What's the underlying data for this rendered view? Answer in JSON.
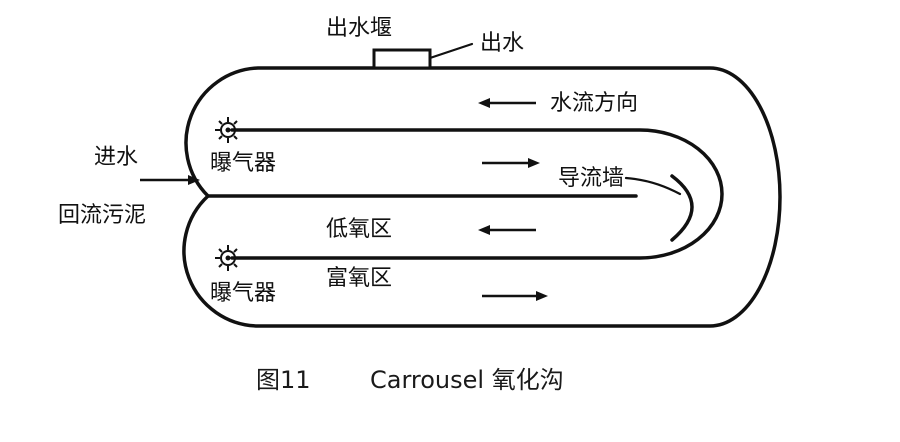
{
  "labels": {
    "outlet_weir": "出水堰",
    "outlet": "出水",
    "flow_direction": "水流方向",
    "inlet": "进水",
    "return_sludge": "回流污泥",
    "aerator_top": "曝气器",
    "aerator_bottom": "曝气器",
    "guide_wall": "导流墙",
    "anoxic_zone": "低氧区",
    "oxic_zone": "富氧区"
  },
  "caption": {
    "fig_no": "图11",
    "title": "Carrousel 氧化沟"
  },
  "icons": {
    "aerator": "aerator-rotor-icon",
    "arrow": "flow-arrow-icon"
  },
  "colors": {
    "line": "#111111",
    "background": "#ffffff"
  }
}
